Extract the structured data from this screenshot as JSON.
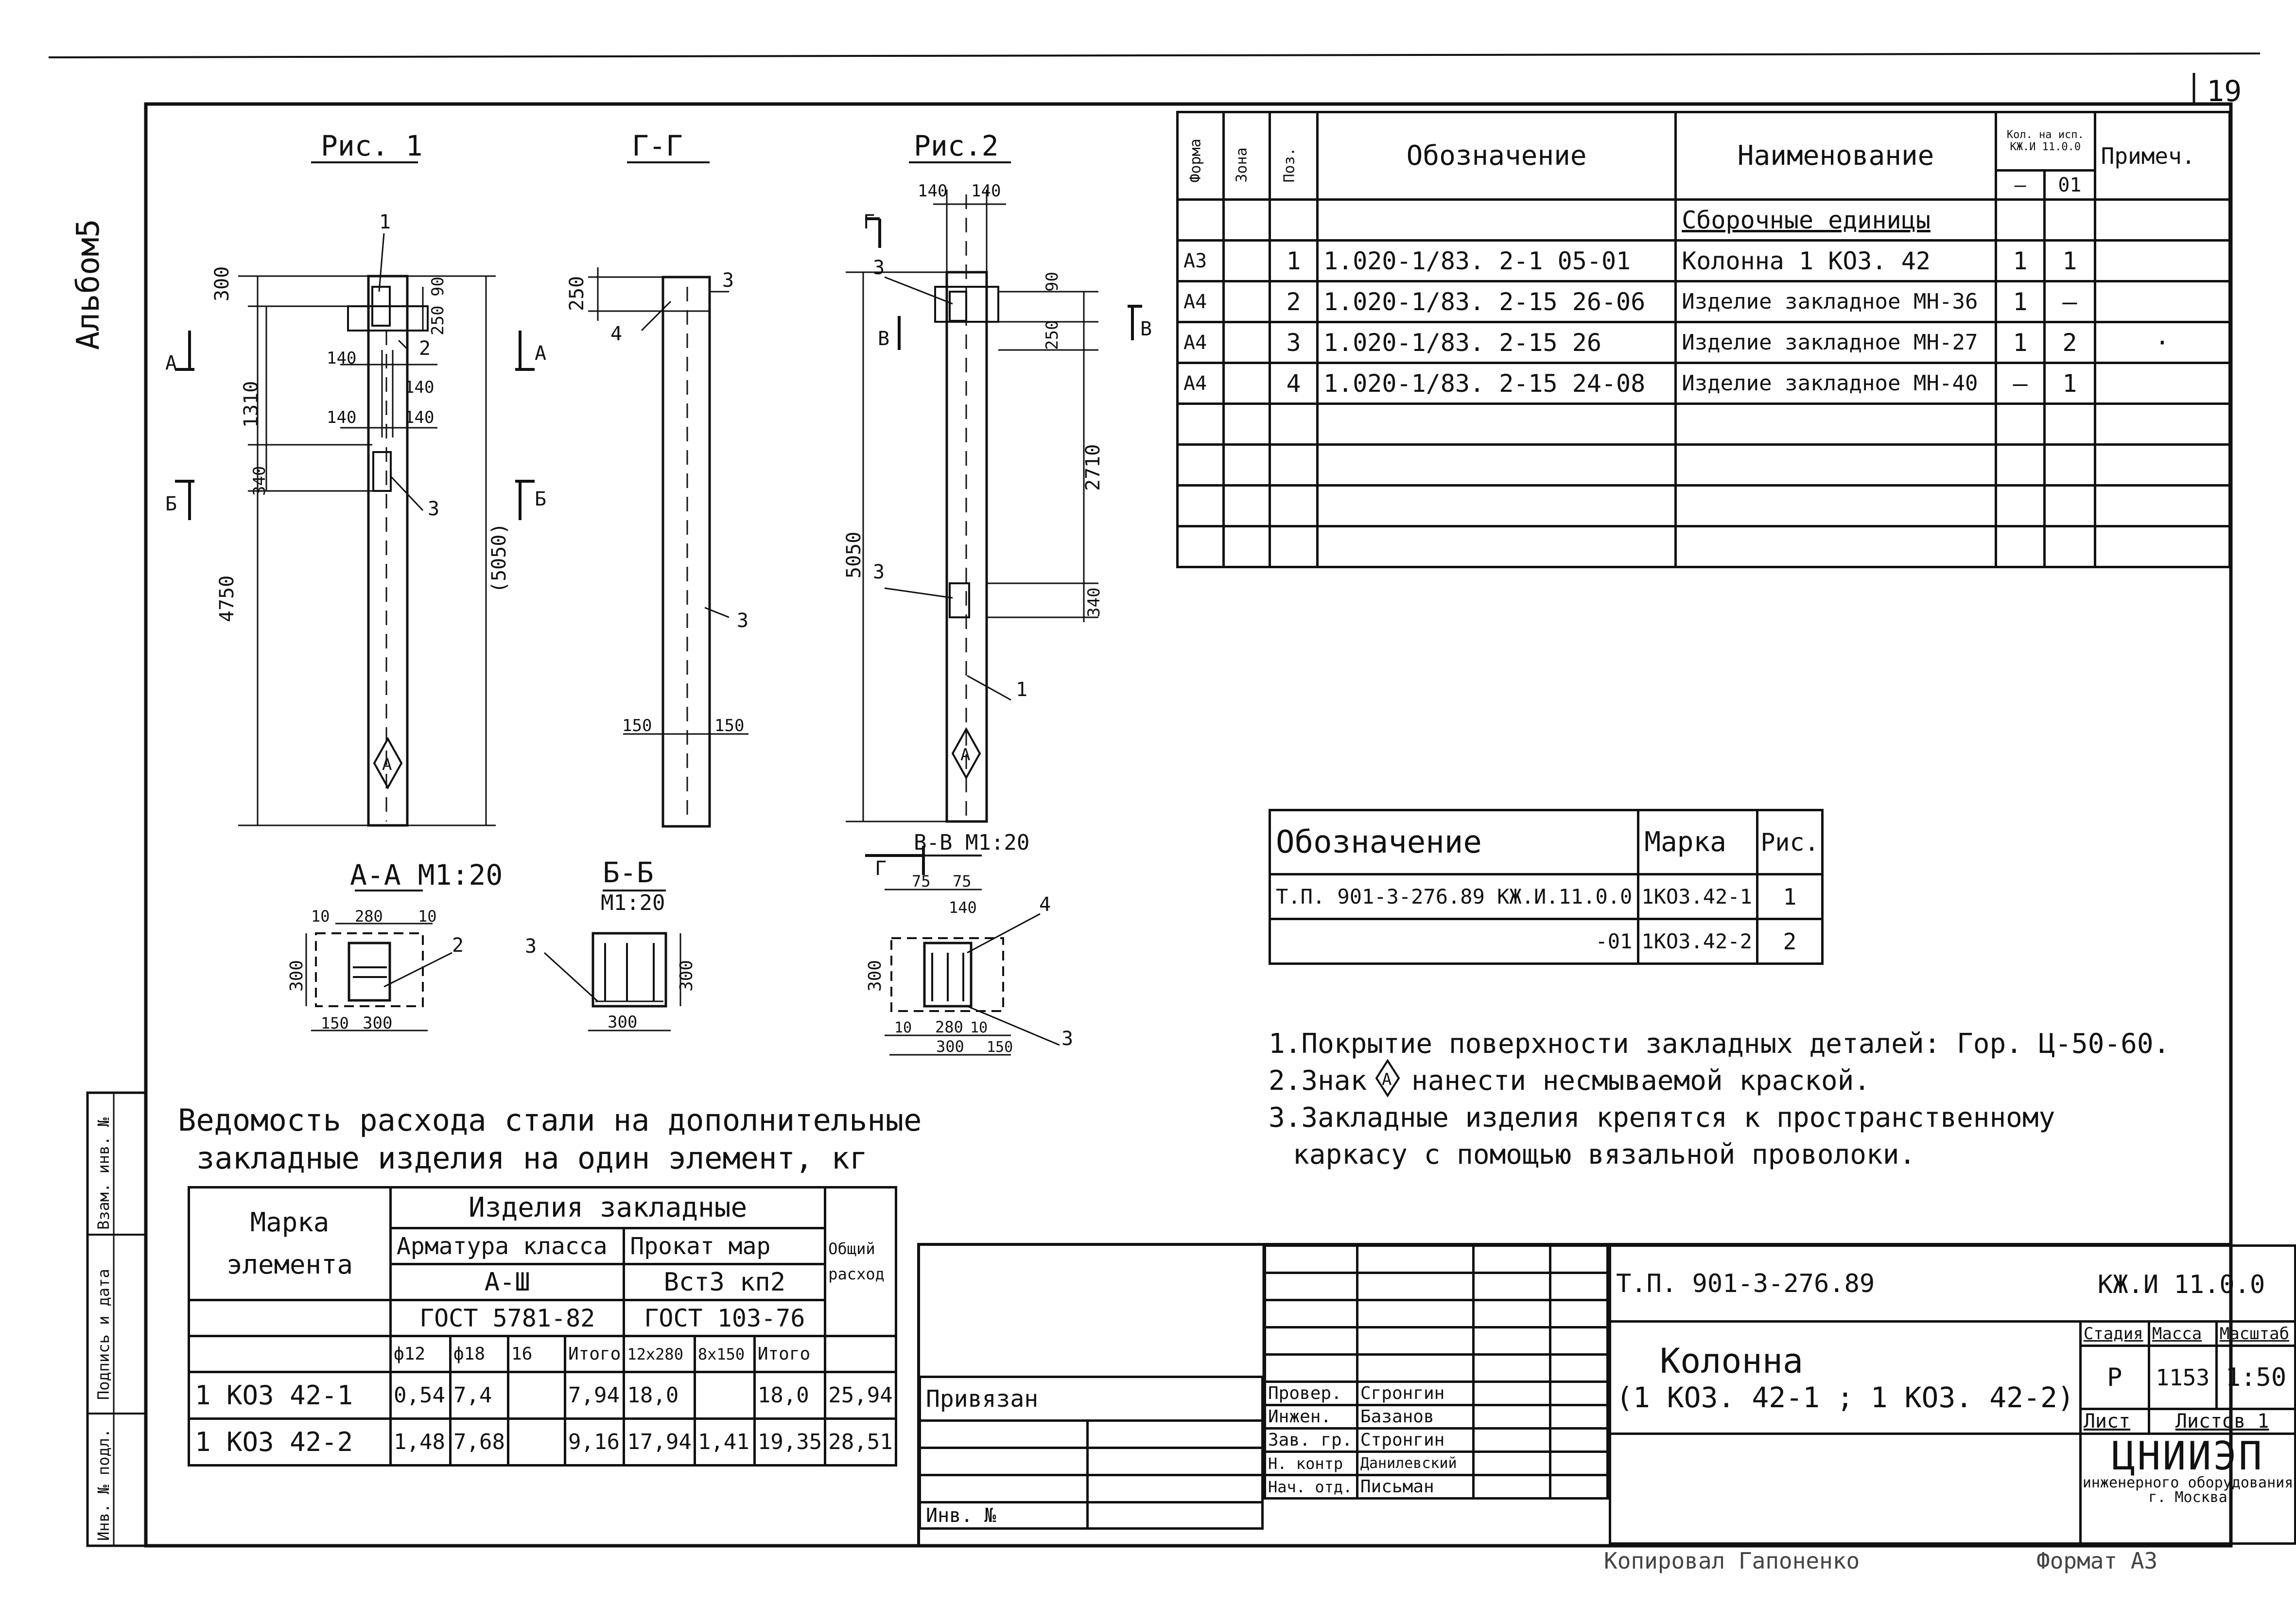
{
  "sheet": {
    "page_no": "19",
    "album": "Альбом5"
  },
  "figures": {
    "fig1_title": "Рис. 1",
    "gg_title": "Г-Г",
    "fig2_title": "Рис.2",
    "aa_title": "А-А М1:20",
    "bb_title": "Б-Б",
    "bb_scale": "М1:20",
    "vv_title": "В-В М1:20",
    "marker": "А",
    "fig1": {
      "dims": [
        "300",
        "1310",
        "140",
        "140",
        "140",
        "140",
        "340",
        "4750",
        "(5050)",
        "250",
        "90"
      ],
      "section_letters": [
        "А",
        "А",
        "Б",
        "Б"
      ],
      "callouts": [
        "1",
        "2",
        "3"
      ]
    },
    "gg": {
      "dims": [
        "250",
        "150",
        "150"
      ],
      "callouts": [
        "3",
        "4",
        "3"
      ]
    },
    "fig2": {
      "dims": [
        "140",
        "140",
        "90",
        "250",
        "2710",
        "5050",
        "340"
      ],
      "section_letters": [
        "Г",
        "В",
        "В",
        "Г"
      ],
      "callouts": [
        "3",
        "3",
        "1"
      ]
    },
    "aa": {
      "dims": [
        "10",
        "280",
        "10",
        "300",
        "150",
        "300"
      ],
      "callout": "2"
    },
    "bb": {
      "dims": [
        "300",
        "300"
      ],
      "callout": "3"
    },
    "vv": {
      "dims": [
        "75",
        "75",
        "140",
        "300",
        "10",
        "280",
        "10",
        "300",
        "150"
      ],
      "callouts": [
        "4",
        "3"
      ]
    }
  },
  "spec_table": {
    "headers": {
      "forma": "Форма",
      "zona": "Зона",
      "poz": "Поз.",
      "designation": "Обозначение",
      "name": "Наименование",
      "qty_header": "Кол. на исп.",
      "qty_sub": "КЖ.И 11.0.0",
      "qty_cols": [
        "–",
        "01"
      ],
      "note": "Примеч."
    },
    "section_title": "Сборочные единицы",
    "rows": [
      {
        "forma": "А3",
        "poz": "1",
        "designation": "1.020-1/83. 2-1  05-01",
        "name": "Колонна  1 КО3. 42",
        "q1": "1",
        "q2": "1",
        "note": ""
      },
      {
        "forma": "А4",
        "poz": "2",
        "designation": "1.020-1/83. 2-15  26-06",
        "name": "Изделие закладное МН-36",
        "q1": "1",
        "q2": "–",
        "note": ""
      },
      {
        "forma": "А4",
        "poz": "3",
        "designation": "1.020-1/83. 2-15  26",
        "name": "Изделие закладное МН-27",
        "q1": "1",
        "q2": "2",
        "note": "·"
      },
      {
        "forma": "А4",
        "poz": "4",
        "designation": "1.020-1/83. 2-15  24-08",
        "name": "Изделие закладное МН-40",
        "q1": "–",
        "q2": "1",
        "note": ""
      }
    ]
  },
  "marks_table": {
    "headers": [
      "Обозначение",
      "Марка",
      "Рис."
    ],
    "rows": [
      {
        "designation": "Т.П. 901-3-276.89   КЖ.И.11.0.0",
        "mark": "1КО3.42-1",
        "fig": "1"
      },
      {
        "designation": "-01",
        "mark": "1КО3.42-2",
        "fig": "2"
      }
    ]
  },
  "notes": [
    "1.Покрытие поверхности закладных деталей: Гор. Ц-50-60.",
    "2.Знак",
    "нанести несмываемой краской.",
    "3.Закладные изделия крепятся к пространственному",
    "каркасу с помощью вязальной проволоки."
  ],
  "steel_table": {
    "title_line1": "Ведомость расхода стали на дополнительные",
    "title_line2": "закладные изделия на один элемент, кг",
    "h_mark": "Марка элемента",
    "h_products": "Изделия закладные",
    "h_rebar": "Арматура класса",
    "h_rolled": "Прокат мар",
    "h_total": "Общий расход",
    "h_rebar_class": "А-Ш",
    "h_rolled_grade": "Вст3 кп2",
    "h_gost1": "ГОСТ 5781-82",
    "h_gost2": "ГОСТ 103-76",
    "h_cols": [
      "ф12",
      "ф18",
      "16",
      "Итого",
      "12х280",
      "8х150",
      "Итого"
    ],
    "rows": [
      {
        "mark": "1 КО3 42-1",
        "c": [
          "0,54",
          "7,4",
          "",
          "7,94",
          "18,0",
          "",
          "18,0"
        ],
        "total": "25,94"
      },
      {
        "mark": "1 КО3 42-2",
        "c": [
          "1,48",
          "7,68",
          "",
          "9,16",
          "17,94",
          "1,41",
          "19,35"
        ],
        "total": "28,51"
      }
    ]
  },
  "stamp": {
    "privyazan": "Привязан",
    "inv_no": "Инв. №",
    "code": "Т.П. 901-3-276.89",
    "code_right": "КЖ.И 11.0.0",
    "title": "Колонна",
    "subtitle": "(1 КО3. 42-1 ; 1 КО3. 42-2)",
    "stage_hdr": "Стадия",
    "mass_hdr": "Масса",
    "scale_hdr": "Масштаб",
    "stage": "Р",
    "mass": "1153",
    "scale": "1:50",
    "sheet_label": "Лист",
    "sheets_label": "Листов 1",
    "org": "ЦНИИЭП",
    "org_sub": "инженерного оборудования",
    "org_city": "г. Москва",
    "people": [
      {
        "role": "Провер.",
        "name": "Сгронгин"
      },
      {
        "role": "Инжен.",
        "name": "Базанов"
      },
      {
        "role": "Зав. гр.",
        "name": "Стронгин"
      },
      {
        "role": "Н. контр",
        "name": "Данилевский"
      },
      {
        "role": "Нач. отд.",
        "name": "Письман"
      }
    ]
  },
  "side_strip": [
    "Инв. № подл.",
    "Подпись и дата",
    "Взам. инв. №"
  ],
  "footer": {
    "copied": "Копировал  Гапоненко",
    "format": "Формат А3"
  }
}
